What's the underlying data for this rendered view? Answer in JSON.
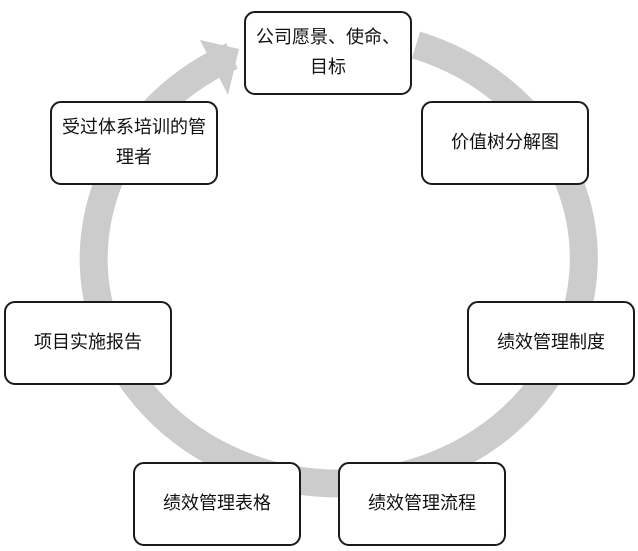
{
  "diagram": {
    "type": "cycle",
    "ring_color": "#cccccc",
    "border_color": "#1a1a1a",
    "nodes": [
      {
        "label": "公司愿景、使命、目标"
      },
      {
        "label": "价值树分解图"
      },
      {
        "label": "绩效管理制度"
      },
      {
        "label": "绩效管理流程"
      },
      {
        "label": "绩效管理表格"
      },
      {
        "label": "项目实施报告"
      },
      {
        "label": "受过体系培训的管理者"
      }
    ]
  }
}
